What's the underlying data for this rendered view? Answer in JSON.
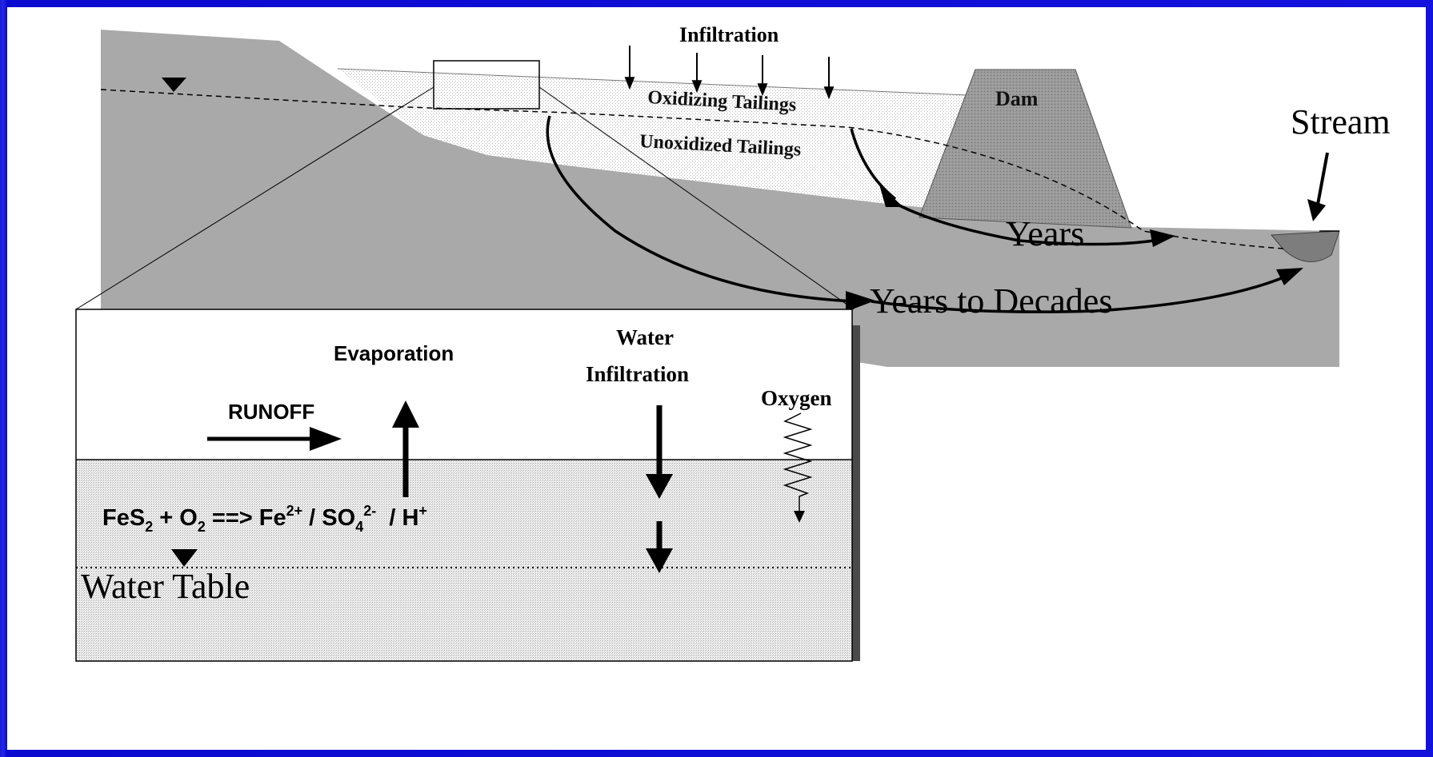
{
  "main_diagram": {
    "infiltration_label": "Infiltration",
    "oxidizing_label": "Oxidizing Tailings",
    "unoxidized_label": "Unoxidized Tailings",
    "dam_label": "Dam",
    "stream_label": "Stream",
    "years_label": "Years",
    "years_to_decades_label": "Years to Decades"
  },
  "inset": {
    "evaporation_label": "Evaporation",
    "runoff_label": "RUNOFF",
    "water_infiltration_line1": "Water",
    "water_infiltration_line2": "Infiltration",
    "oxygen_label": "Oxygen",
    "reaction": {
      "fe": "FeS",
      "fe_sub": "2",
      "plus_o": " + O",
      "o_sub": "2",
      "arrow": " ==> Fe",
      "fe_sup": "2+",
      "so": " / SO",
      "so_sub": "4",
      "so_sup": "2-",
      "h": "  / H",
      "h_sup": "+"
    },
    "water_table_label": "Water Table"
  },
  "colors": {
    "border_blue": "#1a1ad8",
    "ground_gray": "#a9a9a9",
    "dam_gray": "#8e8e8e",
    "stream_gray": "#7d7d7d"
  }
}
